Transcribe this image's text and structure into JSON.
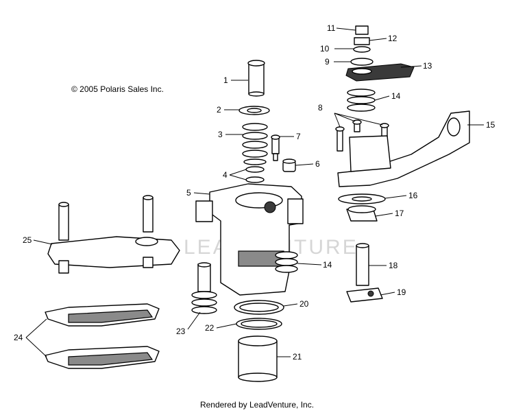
{
  "copyright": "© 2005 Polaris Sales Inc.",
  "footer": "Rendered by LeadVenture, Inc.",
  "watermark": "LEADVENTURE",
  "callouts": [
    "1",
    "2",
    "3",
    "4",
    "5",
    "6",
    "7",
    "8",
    "9",
    "10",
    "11",
    "12",
    "13",
    "14",
    "14",
    "15",
    "16",
    "17",
    "18",
    "19",
    "20",
    "21",
    "22",
    "23",
    "24",
    "25"
  ]
}
